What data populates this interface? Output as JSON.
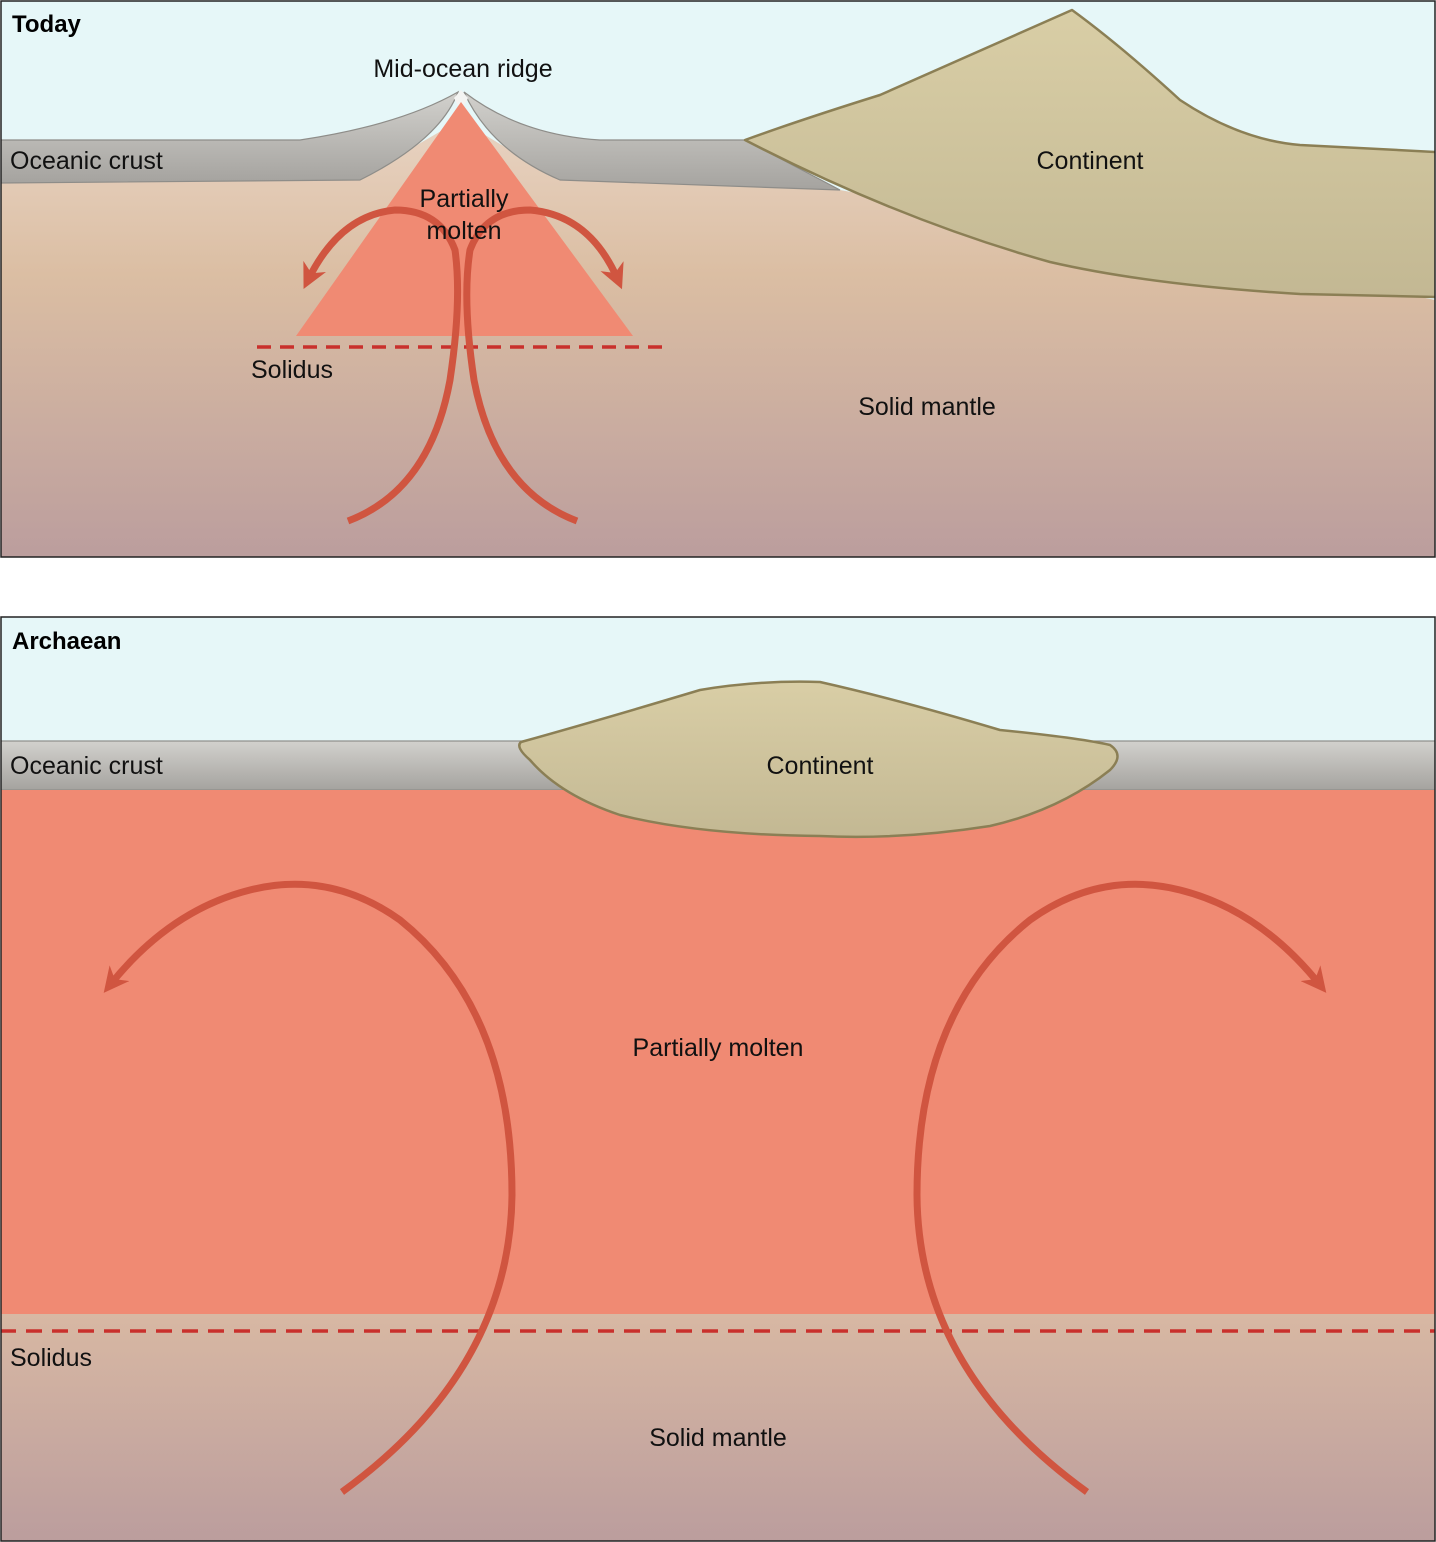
{
  "panels": {
    "today": {
      "title": "Today",
      "mid_ocean_ridge": "Mid-ocean ridge",
      "oceanic_crust": "Oceanic crust",
      "continent": "Continent",
      "partially_molten_line1": "Partially",
      "partially_molten_line2": "molten",
      "solidus": "Solidus",
      "solid_mantle": "Solid mantle"
    },
    "archaean": {
      "title": "Archaean",
      "oceanic_crust": "Oceanic crust",
      "continent": "Continent",
      "partially_molten": "Partially molten",
      "solidus": "Solidus",
      "solid_mantle": "Solid mantle"
    }
  },
  "colors": {
    "ocean": "#e6f7f8",
    "crust": "#b4b3af",
    "continent": "#d2c7a3",
    "continent_outline": "#8b7f55",
    "partial_melt": "#f08a73",
    "mantle_top": "#e6cdb8",
    "mantle_bottom": "#bb9d9b",
    "arrow": "#d05540",
    "solidus_line": "#c9302c"
  }
}
